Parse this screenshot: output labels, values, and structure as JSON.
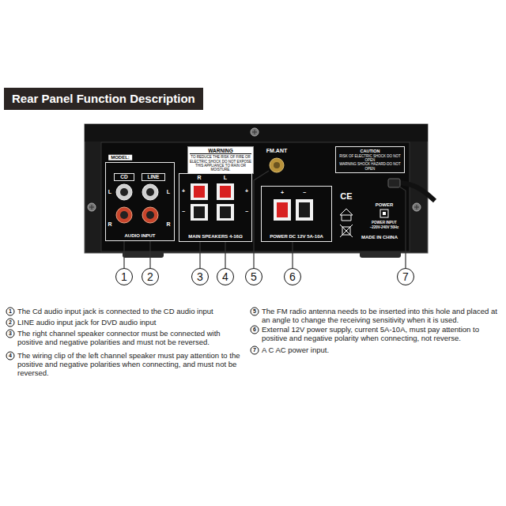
{
  "diagram": {
    "title": "Rear Panel Function Description",
    "nodes": [
      {
        "text": [
          "WARNING",
          "TO REDUCE THE RISK OF FIRE OR ELECTRIC SHOCK DO NOT EXPOSE THIS APPLIANCE TO RAIN OR MOISTURE."
        ]
      },
      {
        "text": [
          "CAUTION",
          "RISK OF ELECTRIC SHOCK DO NOT OPEN",
          "WARNING SHOCK HAZARD-DO NOT OPEN"
        ]
      },
      {
        "text": [
          "AUDIO INPUT"
        ]
      },
      {
        "text": [
          "CD"
        ],
        "in": 2
      },
      {
        "text": [
          "LINE"
        ],
        "in": 2
      },
      {
        "text": [
          "MAIN SPEAKERS 4-16Ω"
        ]
      },
      {
        "text": [
          "POWER DC 12V 5A-10A"
        ]
      },
      {
        "text": [
          "1"
        ]
      },
      {
        "text": [
          "2"
        ]
      },
      {
        "text": [
          "3"
        ]
      },
      {
        "text": [
          "4"
        ]
      },
      {
        "text": [
          "5"
        ]
      },
      {
        "text": [
          "6"
        ]
      },
      {
        "text": [
          "7"
        ]
      }
    ],
    "edges": [
      {
        "from": 7,
        "to": 2,
        "arrow": "none"
      },
      {
        "from": 8,
        "to": 2,
        "arrow": "none"
      },
      {
        "from": 9,
        "to": 5,
        "arrow": "none"
      },
      {
        "from": 10,
        "to": 5,
        "arrow": "none"
      },
      {
        "from": 12,
        "to": 6,
        "arrow": "none"
      }
    ],
    "labels": [
      "MODEL:",
      "L",
      "L",
      "R",
      "R",
      "R",
      "L",
      "+",
      "−",
      "+",
      "−",
      "FM.ANT",
      "+",
      "−",
      "CE",
      "POWER",
      "POWER INPUT",
      "~220V-240V 50Hz",
      "MADE IN CHINA",
      "1",
      "The Cd audio input jack is connected to the CD audio input",
      "2",
      "LINE audio input jack for DVD audio input",
      "3",
      "The right channel speaker connector must be connected with positive and negative polarities and must not be reversed.",
      "4",
      "The wiring clip of the left channel speaker must pay attention to the positive and negative polarities when connecting, and must not be reversed.",
      "5",
      "The FM radio antenna needs to be inserted into this hole and placed at an angle to change the receiving sensitivity when it is used.",
      "6",
      "External 12V power supply, current 5A-10A, must pay attention to positive and negative polarity when connecting, not reverse.",
      "7",
      "A C AC power input."
    ]
  }
}
